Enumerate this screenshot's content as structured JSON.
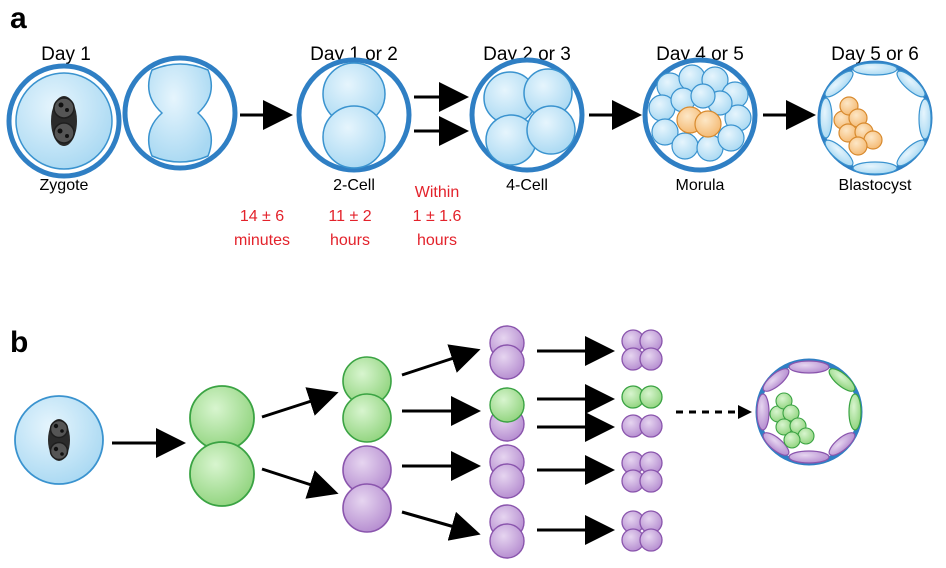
{
  "panels": {
    "a": "a",
    "b": "b"
  },
  "day_labels": [
    "Day 1",
    "Day 1 or 2",
    "Day 2 or 3",
    "Day 4 or 5",
    "Day 5 or 6"
  ],
  "stage_labels": [
    "Zygote",
    "2-Cell",
    "4-Cell",
    "Morula",
    "Blastocyst"
  ],
  "timings": [
    [
      "14 ± 6",
      "minutes"
    ],
    [
      "11 ± 2",
      "hours"
    ],
    [
      "Within",
      "1 ± 1.6",
      "hours"
    ]
  ],
  "colors": {
    "zona": "#2f7fc4",
    "blue_cell": "#bfe3f7",
    "blue_stroke": "#3a93cf",
    "green_cell": "#a9e39a",
    "green_stroke": "#3aa343",
    "purple_cell": "#c7a6dc",
    "purple_stroke": "#8a55ad",
    "orange_cell": "#f8c98a",
    "orange_stroke": "#d88a2e",
    "timing_text": "#e3222b"
  }
}
